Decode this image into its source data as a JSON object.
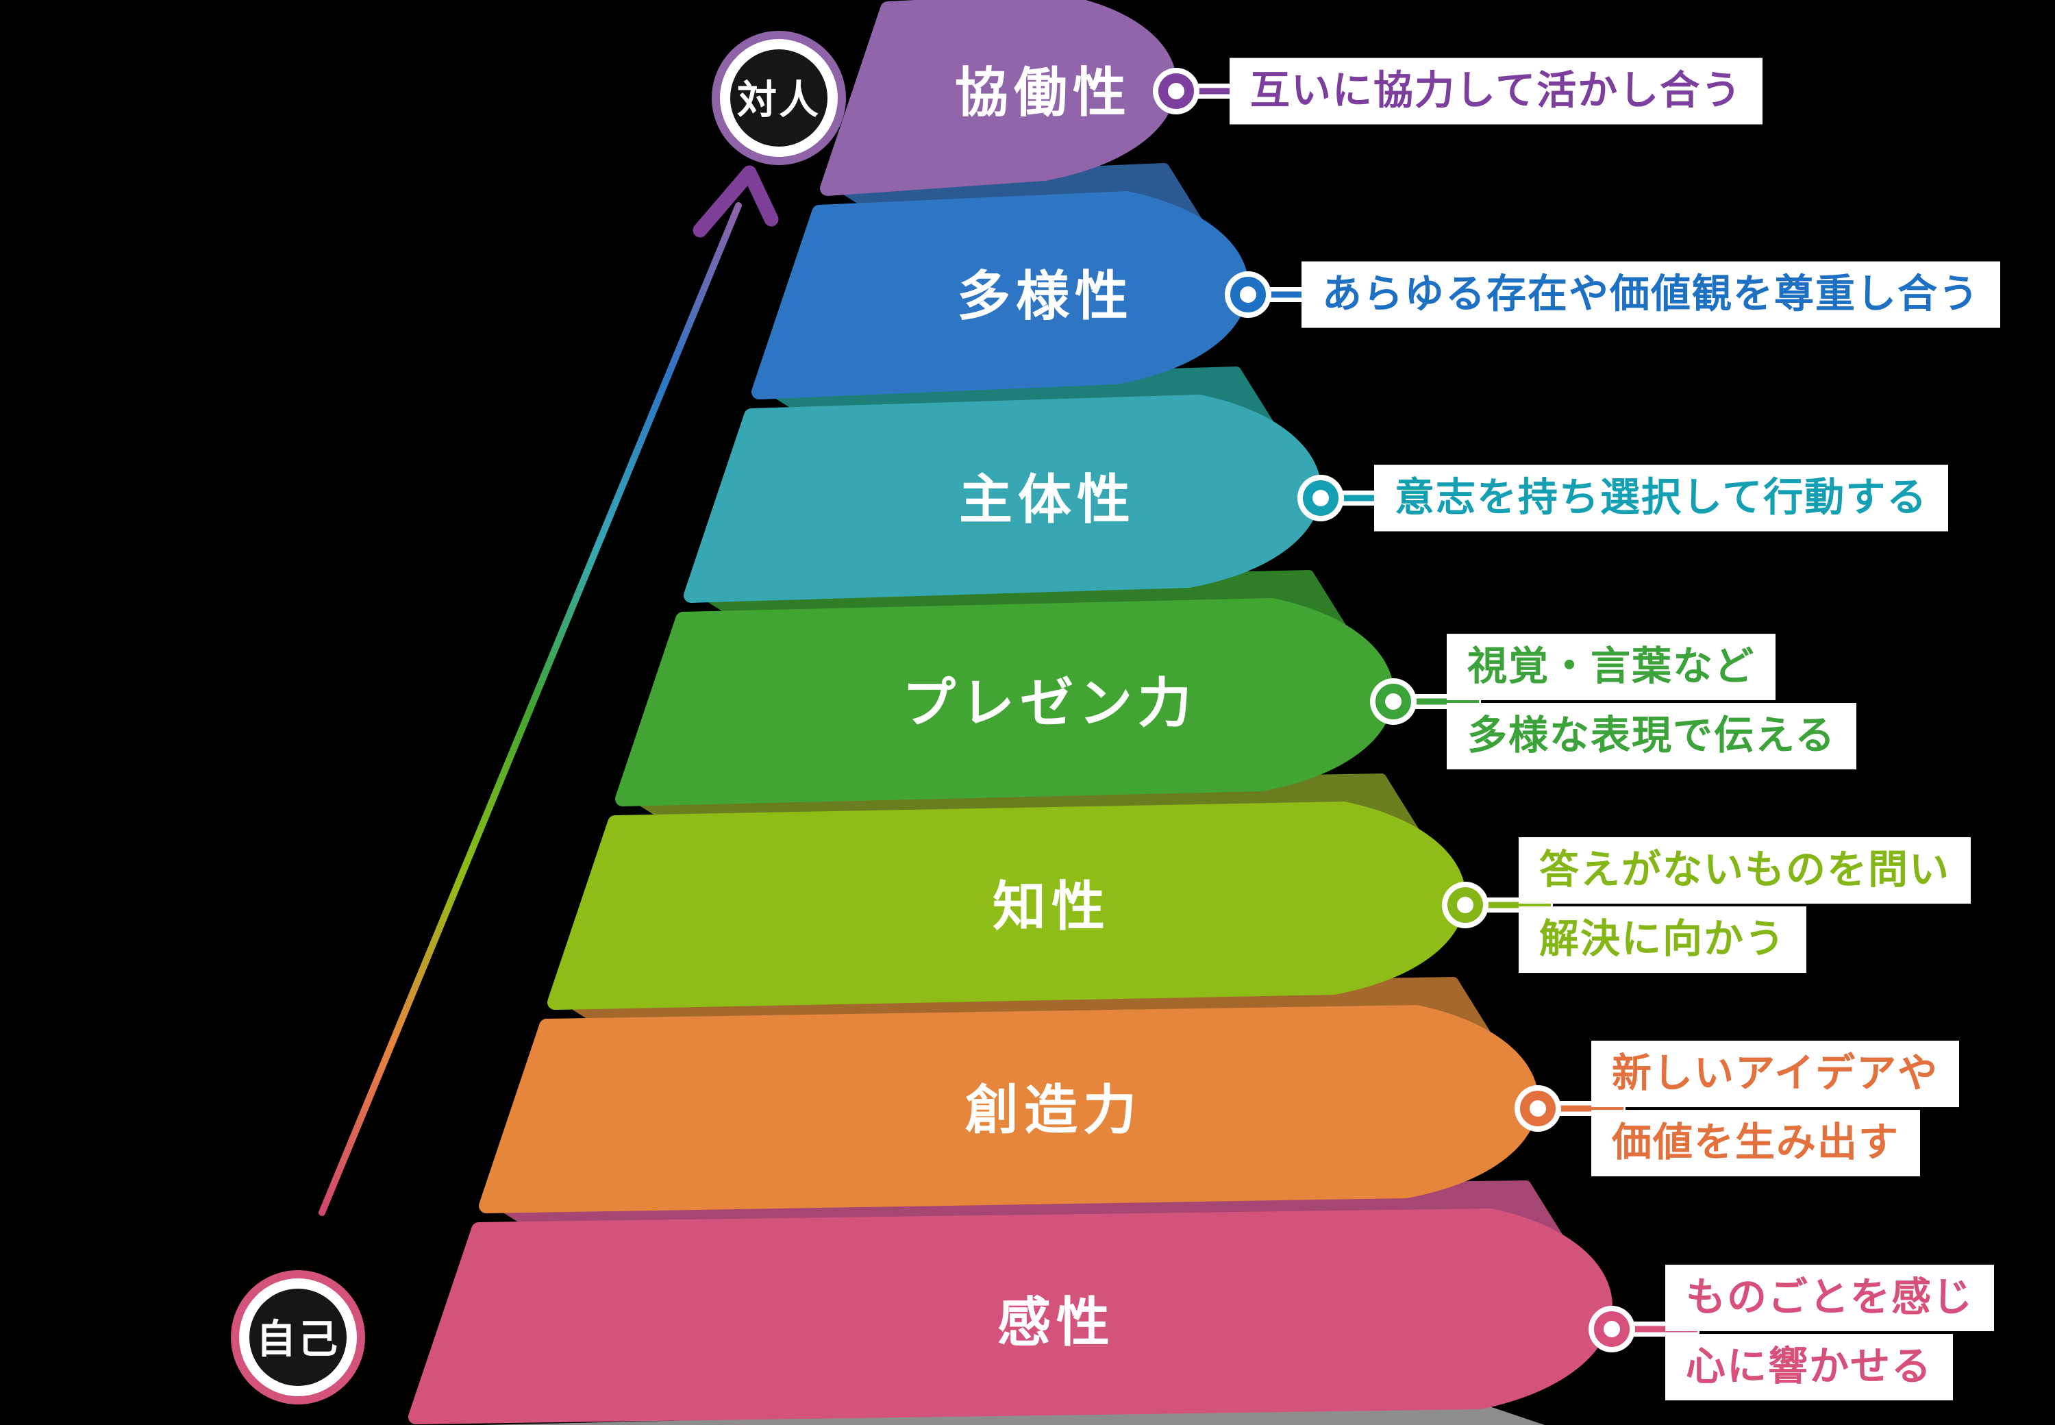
{
  "chart_data": {
    "type": "pyramid",
    "title": "",
    "layers": [
      {
        "label": "協働性",
        "color": "#9065a9",
        "callout_color": "#7c3f9e",
        "callout_lines": [
          "互いに協力して活かし合う"
        ]
      },
      {
        "label": "多様性",
        "color": "#2e75c4",
        "shade": "#2a5a91",
        "callout_color": "#1d70c2",
        "callout_lines": [
          "あらゆる存在や価値観を尊重し合う"
        ]
      },
      {
        "label": "主体性",
        "color": "#37a8b3",
        "shade": "#1e7e78",
        "callout_color": "#14a0b2",
        "callout_lines": [
          "意志を持ち選択して行動する"
        ]
      },
      {
        "label": "プレゼン力",
        "color": "#42a432",
        "shade": "#2f7d26",
        "callout_color": "#3ba33a",
        "callout_lines": [
          "視覚・言葉など",
          "多様な表現で伝える"
        ]
      },
      {
        "label": "知性",
        "color": "#8dbd16",
        "shade": "#6a7e1f",
        "callout_color": "#85b618",
        "callout_lines": [
          "答えがないものを問い",
          "解決に向かう"
        ]
      },
      {
        "label": "創造力",
        "color": "#e6863c",
        "shade": "#a4682c",
        "callout_color": "#e2713d",
        "callout_lines": [
          "新しいアイデアや",
          "価値を生み出す"
        ]
      },
      {
        "label": "感性",
        "color": "#d4537b",
        "shade": "#a64672",
        "callout_color": "#d6507a",
        "callout_lines": [
          "ものごとを感じ",
          "心に響かせる"
        ]
      }
    ],
    "endpoints": {
      "top": {
        "label": "対人",
        "ring_color": "#8f63a8"
      },
      "bottom": {
        "label": "自己",
        "ring_color": "#d4537b"
      }
    },
    "axis_arrow": {
      "gradient": [
        "#d0476e",
        "#e6863c",
        "#8dbd16",
        "#42a432",
        "#37a8b3",
        "#2e75c4",
        "#8f63a8"
      ],
      "head_color": "#7d3f98"
    },
    "base_shadow_color": "#8d8d8d",
    "background_color": "#000000"
  }
}
